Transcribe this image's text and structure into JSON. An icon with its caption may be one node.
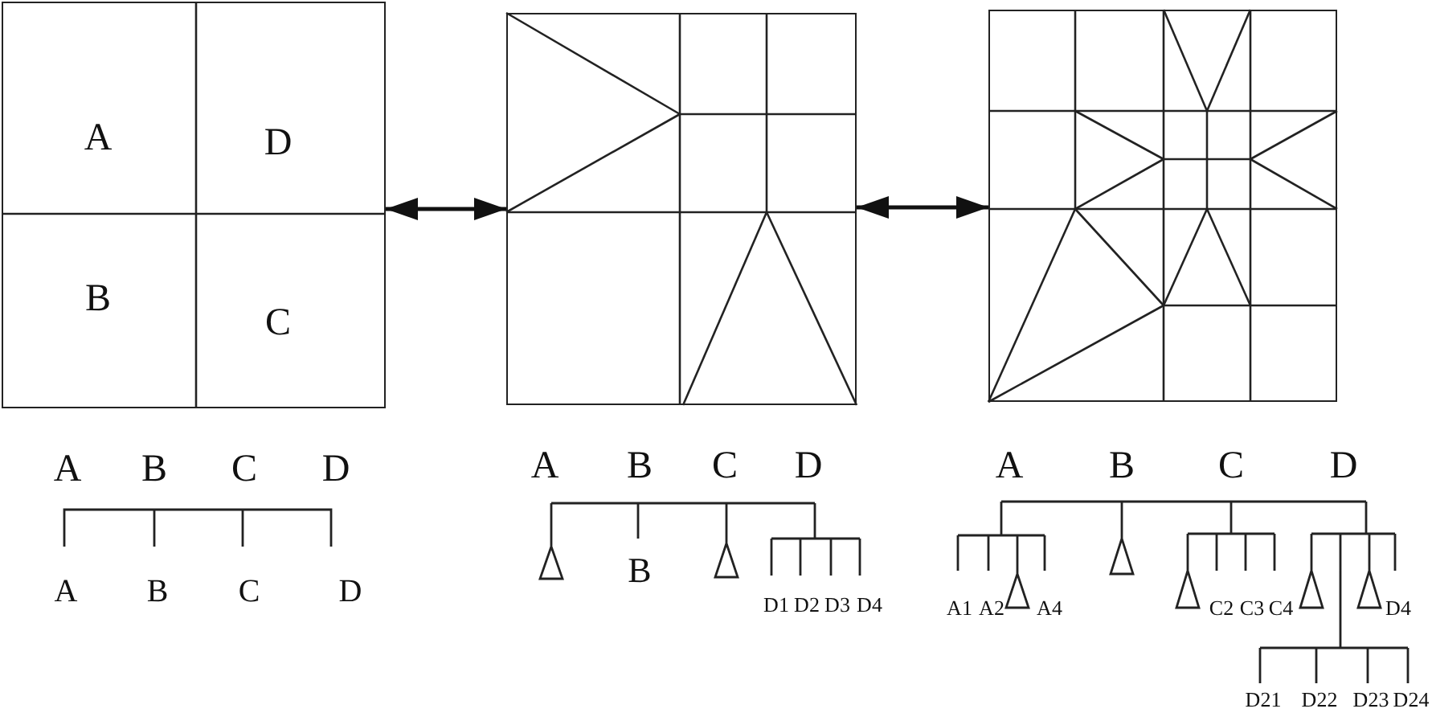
{
  "diagram": {
    "nodes": [
      {
        "text": [
          "A",
          "D",
          "B",
          "C"
        ]
      },
      {
        "text": [],
        "shape": "box"
      },
      {
        "text": [],
        "shape": "box"
      }
    ],
    "edges": [
      {
        "from": 0,
        "to": 1,
        "arrow": "both"
      },
      {
        "from": 1,
        "to": 2,
        "arrow": "both"
      }
    ],
    "labels": [
      "A",
      "B",
      "C",
      "D",
      "A",
      "B",
      "C",
      "D",
      "A",
      "B",
      "C",
      "D",
      "B",
      "D1",
      "D2",
      "D3",
      "D4",
      "A",
      "B",
      "C",
      "D",
      "A1",
      "A2",
      "A4",
      "C2",
      "C3",
      "C4",
      "D4",
      "D21",
      "D22",
      "D23",
      "D24"
    ]
  }
}
